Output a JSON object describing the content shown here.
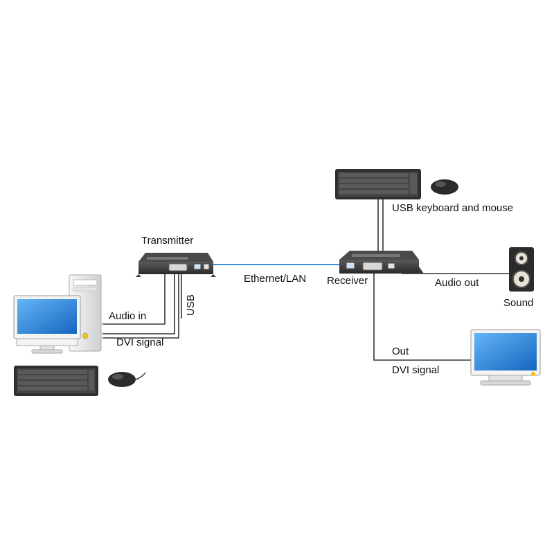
{
  "labels": {
    "transmitter": "Transmitter",
    "receiver": "Receiver",
    "ethernet": "Ethernet/LAN",
    "audio_in": "Audio in",
    "dvi_signal_in": "DVI signal",
    "usb": "USB",
    "usb_kbd_mouse": "USB keyboard and mouse",
    "audio_out": "Audio out",
    "sound": "Sound",
    "out": "Out",
    "dvi_signal_out": "DVI signal"
  },
  "colors": {
    "ethernet_line": "#3a8fd8",
    "cable": "#333333",
    "device_body": "#3b3b3b",
    "screen": "#1e88e5"
  },
  "icons": [
    "computer-icon",
    "monitor-icon",
    "keyboard-icon",
    "mouse-icon",
    "speaker-icon",
    "extender-icon"
  ]
}
